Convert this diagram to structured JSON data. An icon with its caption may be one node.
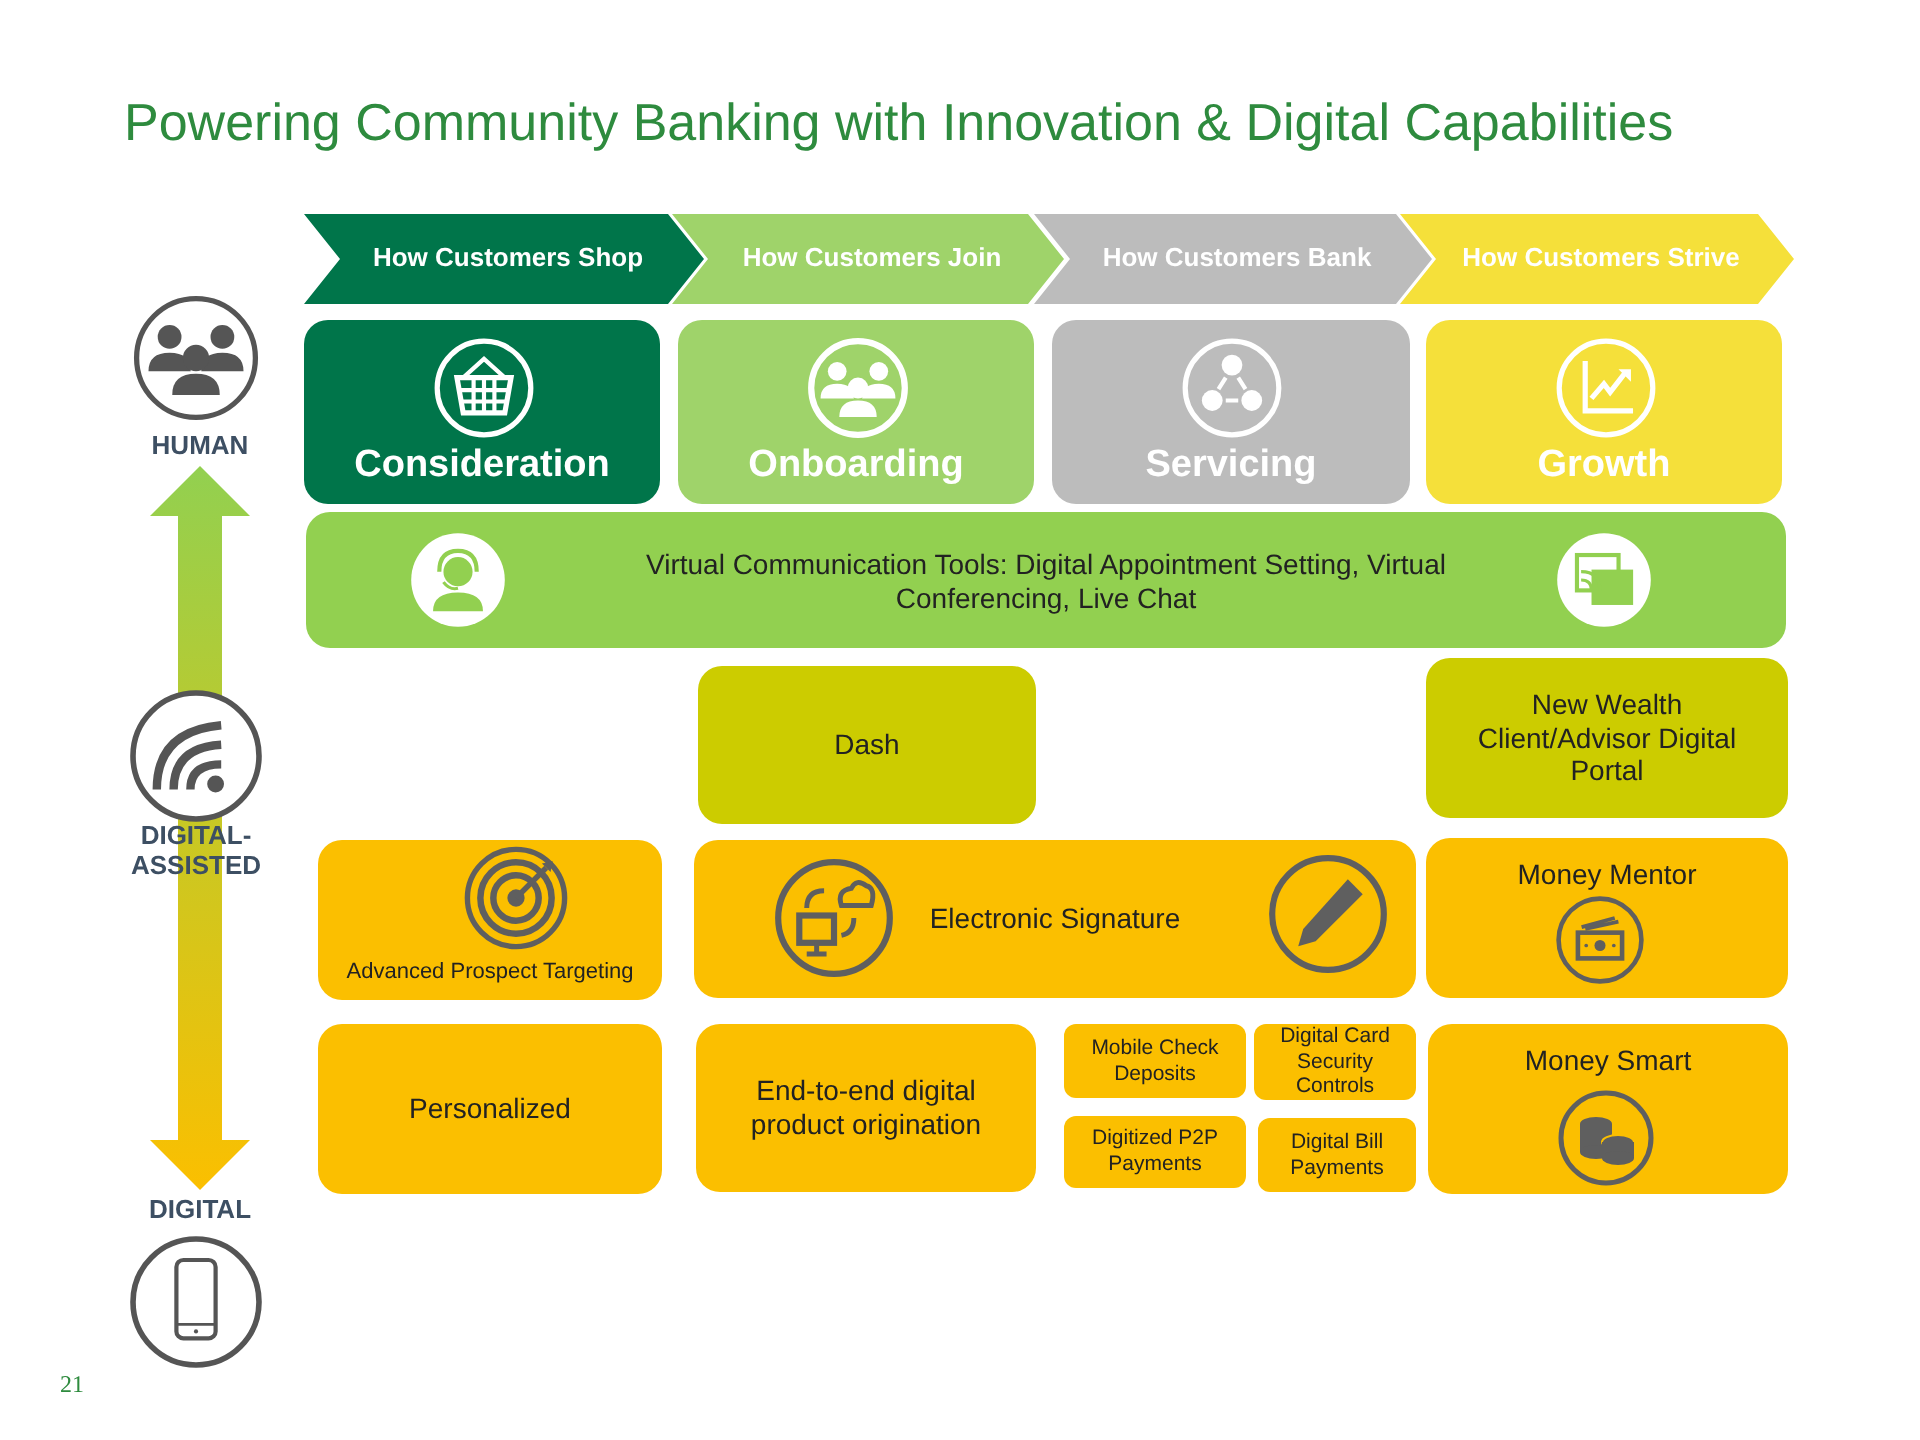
{
  "diagram": {
    "title": "Powering Community Banking with Innovation & Digital Capabilities",
    "nodes": [
      {
        "text": [
          "How Customers Shop"
        ]
      },
      {
        "text": [
          "How Customers Join"
        ]
      },
      {
        "text": [
          "How Customers Bank"
        ]
      },
      {
        "text": [
          "How Customers Strive"
        ]
      },
      {
        "text": [
          "Consideration"
        ]
      },
      {
        "text": [
          "Onboarding"
        ]
      },
      {
        "text": [
          "Servicing"
        ]
      },
      {
        "text": [
          "Growth"
        ]
      },
      {
        "text": [
          "Virtual Communication Tools: Digital Appointment Setting, Virtual Conferencing, Live Chat"
        ]
      },
      {
        "text": [
          "Dash"
        ]
      },
      {
        "text": [
          "New Wealth Client/Advisor Digital Portal"
        ]
      },
      {
        "text": [
          "Advanced Prospect Targeting"
        ]
      },
      {
        "text": [
          "Electronic Signature"
        ]
      },
      {
        "text": [
          "Money Mentor"
        ]
      },
      {
        "text": [
          "Personalized"
        ]
      },
      {
        "text": [
          "End-to-end digital product origination"
        ]
      },
      {
        "text": [
          "Mobile Check Deposits"
        ]
      },
      {
        "text": [
          "Digital Card Security Controls"
        ]
      },
      {
        "text": [
          "Digitized P2P Payments"
        ]
      },
      {
        "text": [
          "Digital Bill Payments"
        ]
      },
      {
        "text": [
          "Money Smart"
        ]
      }
    ],
    "edges": [],
    "labels": [
      "HUMAN",
      "DIGITAL-ASSISTED",
      "DIGITAL",
      "21"
    ]
  }
}
